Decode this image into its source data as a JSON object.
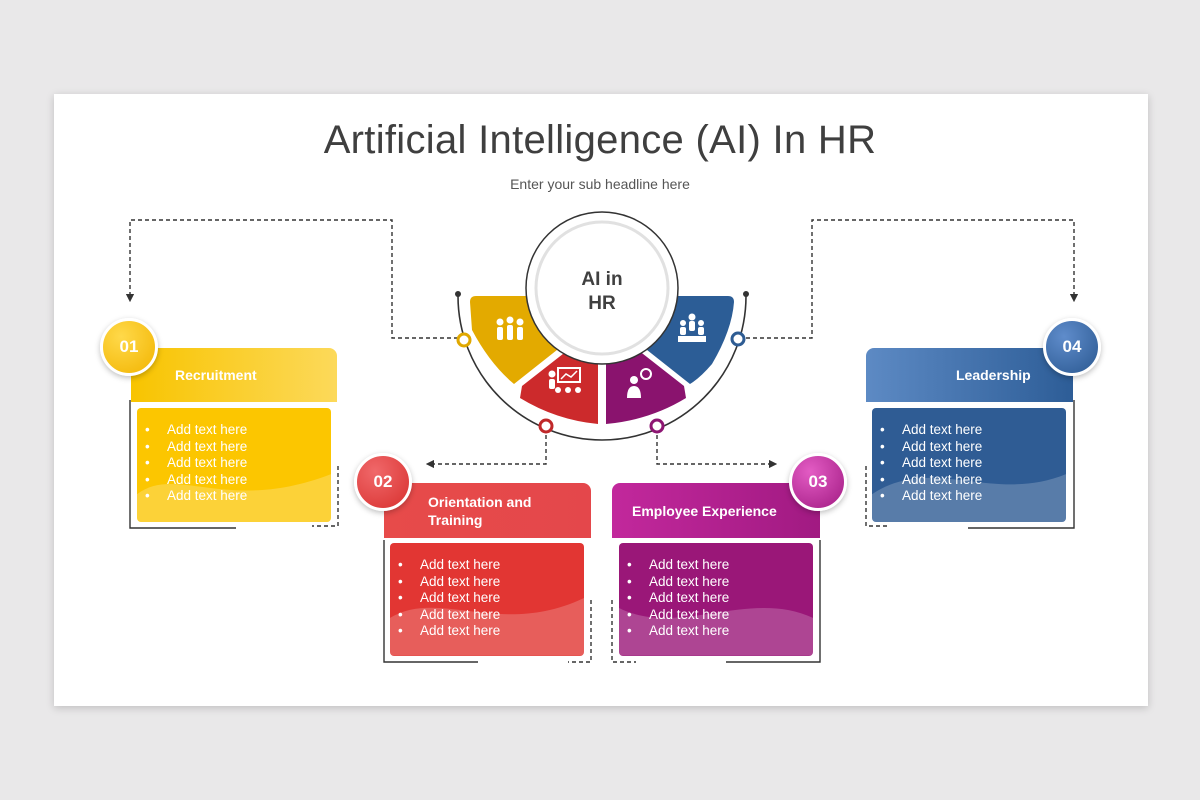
{
  "title": "Artificial Intelligence (AI) In HR",
  "subtitle": "Enter your sub headline here",
  "center": {
    "line1": "AI in",
    "line2": "HR"
  },
  "colors": {
    "yellow": "#f5b800",
    "red": "#d8302e",
    "purple": "#8e1673",
    "blue": "#2e5c93"
  },
  "icons": [
    "team-icon",
    "presentation-icon",
    "idea-person-icon",
    "podium-icon"
  ],
  "cards": [
    {
      "number": "01",
      "title": "Recruitment",
      "items": [
        "Add text here",
        "Add text here",
        "Add text here",
        "Add text here",
        "Add text here"
      ]
    },
    {
      "number": "02",
      "title": "Orientation and Training",
      "items": [
        "Add text here",
        "Add text here",
        "Add text here",
        "Add text here",
        "Add text here"
      ]
    },
    {
      "number": "03",
      "title": "Employee Experience",
      "items": [
        "Add text here",
        "Add text here",
        "Add text here",
        "Add text here",
        "Add text here"
      ]
    },
    {
      "number": "04",
      "title": "Leadership",
      "items": [
        "Add text here",
        "Add text here",
        "Add text here",
        "Add text here",
        "Add text here"
      ]
    }
  ]
}
